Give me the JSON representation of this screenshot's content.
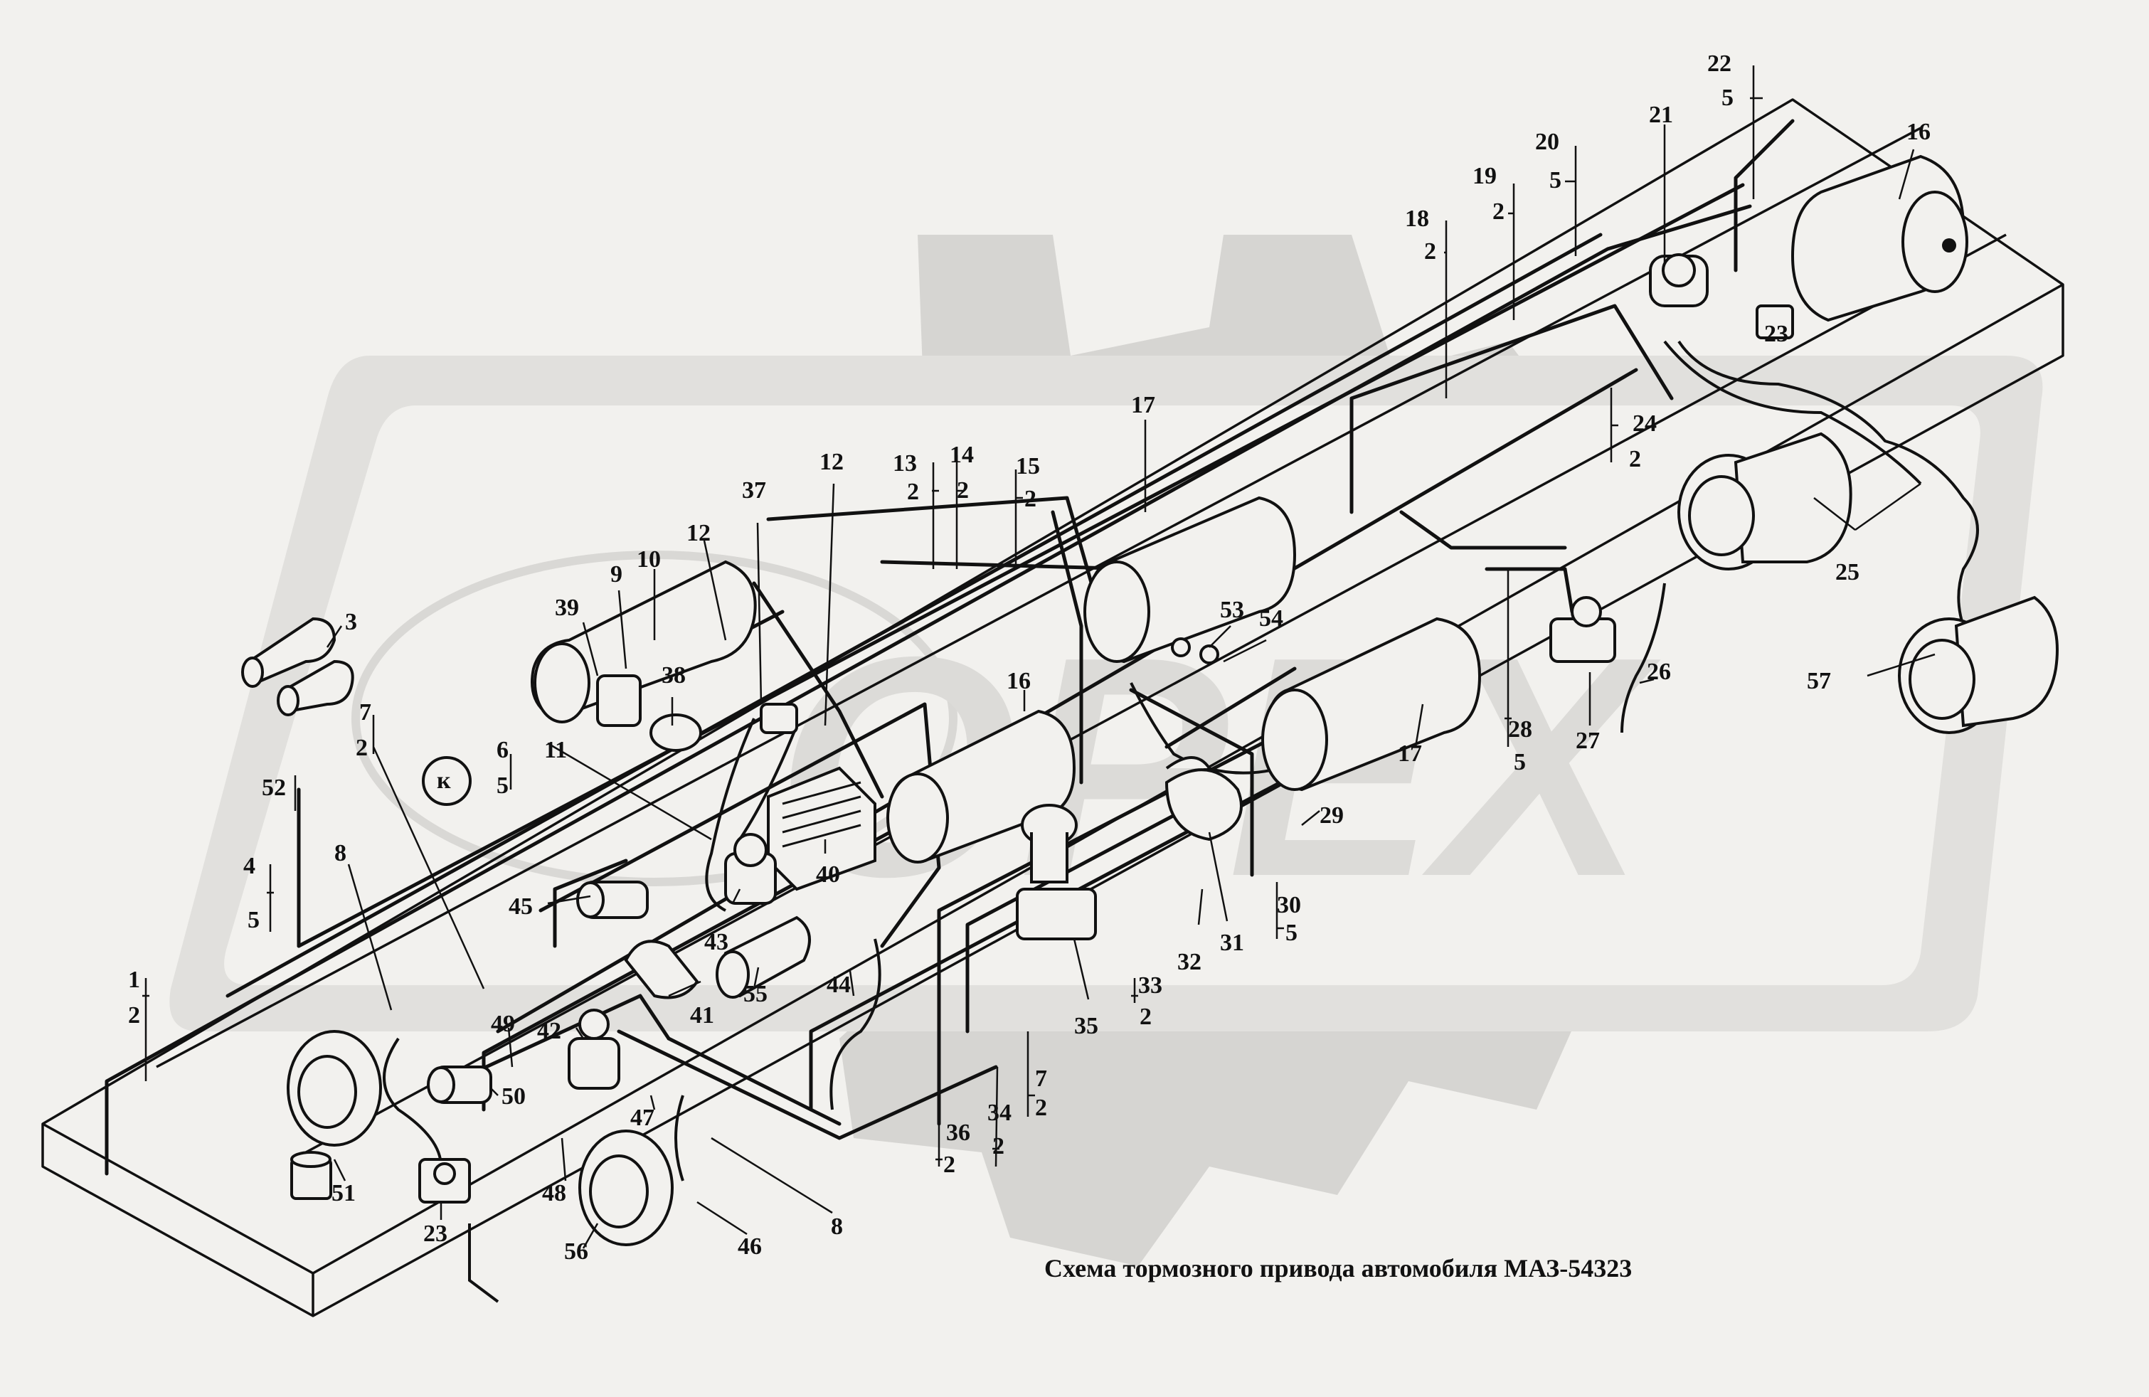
{
  "caption": "Схема тормозного привода автомобиля МАЗ-54323",
  "colors": {
    "background": "#f2f1ee",
    "ink": "#111111",
    "watermark": "#d6d5d2"
  },
  "watermark": {
    "icon": "gear-watermark-icon",
    "text": "ОРЕХ"
  },
  "callouts": [
    {
      "id": "c-22",
      "text": "22"
    },
    {
      "id": "c-5a",
      "text": "5"
    },
    {
      "id": "c-21",
      "text": "21"
    },
    {
      "id": "c-16a",
      "text": "16"
    },
    {
      "id": "c-20",
      "text": "20"
    },
    {
      "id": "c-5b",
      "text": "5"
    },
    {
      "id": "c-19",
      "text": "19"
    },
    {
      "id": "c-2a",
      "text": "2"
    },
    {
      "id": "c-18",
      "text": "18"
    },
    {
      "id": "c-2b",
      "text": "2"
    },
    {
      "id": "c-23a",
      "text": "23"
    },
    {
      "id": "c-24",
      "text": "24"
    },
    {
      "id": "c-2c",
      "text": "2"
    },
    {
      "id": "c-17a",
      "text": "17"
    },
    {
      "id": "c-13",
      "text": "13"
    },
    {
      "id": "c-14",
      "text": "14"
    },
    {
      "id": "c-2d",
      "text": "2"
    },
    {
      "id": "c-2e",
      "text": "2"
    },
    {
      "id": "c-15",
      "text": "15"
    },
    {
      "id": "c-2f",
      "text": "2"
    },
    {
      "id": "c-12a",
      "text": "12"
    },
    {
      "id": "c-12b",
      "text": "12"
    },
    {
      "id": "c-37",
      "text": "37"
    },
    {
      "id": "c-9",
      "text": "9"
    },
    {
      "id": "c-10",
      "text": "10"
    },
    {
      "id": "c-39",
      "text": "39"
    },
    {
      "id": "c-38",
      "text": "38"
    },
    {
      "id": "c-3",
      "text": "3"
    },
    {
      "id": "c-25",
      "text": "25"
    },
    {
      "id": "c-57",
      "text": "57"
    },
    {
      "id": "c-53",
      "text": "53"
    },
    {
      "id": "c-54",
      "text": "54"
    },
    {
      "id": "c-16b",
      "text": "16"
    },
    {
      "id": "c-17b",
      "text": "17"
    },
    {
      "id": "c-26",
      "text": "26"
    },
    {
      "id": "c-27",
      "text": "27"
    },
    {
      "id": "c-28",
      "text": "28"
    },
    {
      "id": "c-5c",
      "text": "5"
    },
    {
      "id": "c-11",
      "text": "11"
    },
    {
      "id": "c-7a",
      "text": "7"
    },
    {
      "id": "c-2g",
      "text": "2"
    },
    {
      "id": "c-6",
      "text": "6"
    },
    {
      "id": "c-5d",
      "text": "5"
    },
    {
      "id": "c-k",
      "text": "к"
    },
    {
      "id": "c-52",
      "text": "52"
    },
    {
      "id": "c-29",
      "text": "29"
    },
    {
      "id": "c-40",
      "text": "40"
    },
    {
      "id": "c-4",
      "text": "4"
    },
    {
      "id": "c-5e",
      "text": "5"
    },
    {
      "id": "c-8a",
      "text": "8"
    },
    {
      "id": "c-45",
      "text": "45"
    },
    {
      "id": "c-43",
      "text": "43"
    },
    {
      "id": "c-30",
      "text": "30"
    },
    {
      "id": "c-5f",
      "text": "5"
    },
    {
      "id": "c-31",
      "text": "31"
    },
    {
      "id": "c-32",
      "text": "32"
    },
    {
      "id": "c-33",
      "text": "33"
    },
    {
      "id": "c-2h",
      "text": "2"
    },
    {
      "id": "c-55",
      "text": "55"
    },
    {
      "id": "c-44",
      "text": "44"
    },
    {
      "id": "c-1",
      "text": "1"
    },
    {
      "id": "c-2i",
      "text": "2"
    },
    {
      "id": "c-41",
      "text": "41"
    },
    {
      "id": "c-35",
      "text": "35"
    },
    {
      "id": "c-49",
      "text": "49"
    },
    {
      "id": "c-42",
      "text": "42"
    },
    {
      "id": "c-50",
      "text": "50"
    },
    {
      "id": "c-7b",
      "text": "7"
    },
    {
      "id": "c-2j",
      "text": "2"
    },
    {
      "id": "c-47",
      "text": "47"
    },
    {
      "id": "c-36",
      "text": "36"
    },
    {
      "id": "c-2k",
      "text": "2"
    },
    {
      "id": "c-34",
      "text": "34"
    },
    {
      "id": "c-2l",
      "text": "2"
    },
    {
      "id": "c-51",
      "text": "51"
    },
    {
      "id": "c-48",
      "text": "48"
    },
    {
      "id": "c-8b",
      "text": "8"
    },
    {
      "id": "c-23b",
      "text": "23"
    },
    {
      "id": "c-56",
      "text": "56"
    },
    {
      "id": "c-46",
      "text": "46"
    }
  ]
}
